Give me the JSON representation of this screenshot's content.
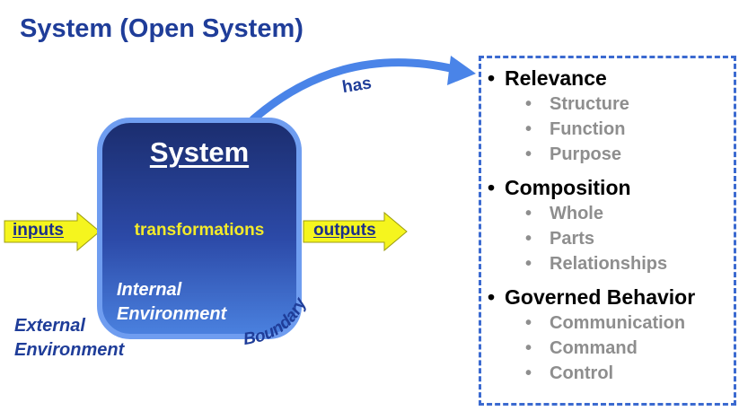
{
  "title": "System (Open System)",
  "system": {
    "label": "System",
    "transformations": "transformations",
    "internal_line1": "Internal",
    "internal_line2": "Environment"
  },
  "external_line1": "External",
  "external_line2": "Environment",
  "boundary_label": "Boundary",
  "inputs_label": "inputs",
  "outputs_label": "outputs",
  "has_label": "has",
  "bullet_glyph": "•",
  "properties": [
    {
      "label": "Relevance",
      "children": [
        "Structure",
        "Function",
        "Purpose"
      ]
    },
    {
      "label": "Composition",
      "children": [
        "Whole",
        "Parts",
        "Relationships"
      ]
    },
    {
      "label": "Governed Behavior",
      "children": [
        "Communication",
        "Command",
        "Control"
      ]
    }
  ],
  "colors": {
    "title": "#1f3d99",
    "box_fill_top": "#1b2d6e",
    "box_fill_bottom": "#4b82e0",
    "box_border": "#6f9df0",
    "arrow_fill": "#f5f51e",
    "arrow_stroke": "#9c9c10",
    "has_arrow": "#4a84e8",
    "panel_border": "#3b6ad0",
    "sub_items": "#8e8e8e"
  }
}
